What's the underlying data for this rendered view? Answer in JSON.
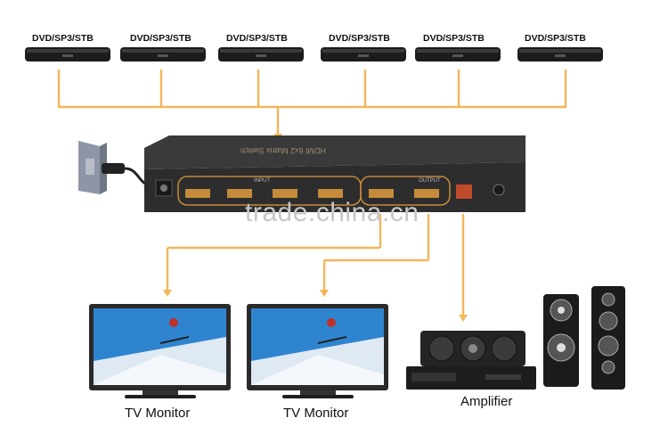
{
  "sources": [
    {
      "label": "DVD/SP3/STB"
    },
    {
      "label": "DVD/SP3/STB"
    },
    {
      "label": "DVD/SP3/STB"
    },
    {
      "label": "DVD/SP3/STB"
    },
    {
      "label": "DVD/SP3/STB"
    },
    {
      "label": "DVD/SP3/STB"
    }
  ],
  "matrix": {
    "top_text": "HDMI 6x2 Matrix Switch",
    "input_label": "INPUT",
    "output_label": "OUTPUT"
  },
  "outputs": {
    "tv1_label": "TV Monitor",
    "tv2_label": "TV Monitor",
    "amplifier_label": "Amplifier"
  },
  "watermark": "trade.china.cn",
  "colors": {
    "connector": "#f2b65a",
    "device_body": "#2f2f2f",
    "port_orange": "#c58a3a"
  }
}
